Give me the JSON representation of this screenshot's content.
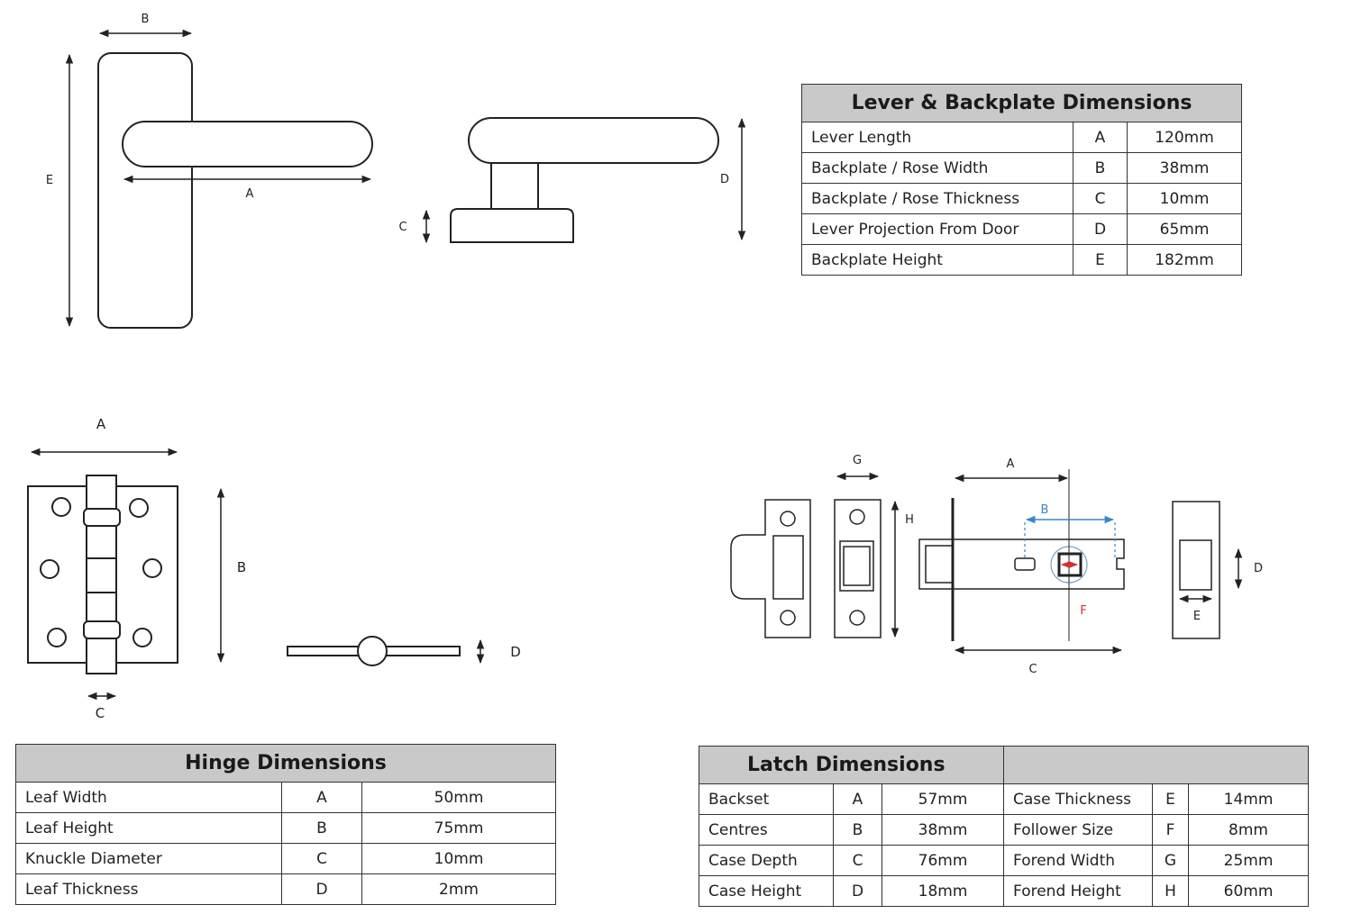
{
  "lever": {
    "labels": {
      "a": "A",
      "b": "B",
      "c": "C",
      "d": "D",
      "e": "E"
    },
    "title": "Lever & Backplate Dimensions",
    "rows": [
      {
        "name": "Lever Length",
        "code": "A",
        "value": "120mm"
      },
      {
        "name": "Backplate / Rose Width",
        "code": "B",
        "value": "38mm"
      },
      {
        "name": "Backplate / Rose Thickness",
        "code": "C",
        "value": "10mm"
      },
      {
        "name": "Lever Projection From Door",
        "code": "D",
        "value": "65mm"
      },
      {
        "name": "Backplate Height",
        "code": "E",
        "value": "182mm"
      }
    ]
  },
  "hinge": {
    "labels": {
      "a": "A",
      "b": "B",
      "c": "C",
      "d": "D"
    },
    "title": "Hinge Dimensions",
    "rows": [
      {
        "name": "Leaf Width",
        "code": "A",
        "value": "50mm"
      },
      {
        "name": "Leaf Height",
        "code": "B",
        "value": "75mm"
      },
      {
        "name": "Knuckle Diameter",
        "code": "C",
        "value": "10mm"
      },
      {
        "name": "Leaf Thickness",
        "code": "D",
        "value": "2mm"
      }
    ]
  },
  "latch": {
    "labels": {
      "a": "A",
      "b": "B",
      "c": "C",
      "d": "D",
      "e": "E",
      "f": "F",
      "g": "G",
      "h": "H"
    },
    "title": "Latch Dimensions",
    "title_right": "",
    "rows": [
      {
        "name": "Backset",
        "code": "A",
        "value": "57mm",
        "name2": "Case Thickness",
        "code2": "E",
        "value2": "14mm"
      },
      {
        "name": "Centres",
        "code": "B",
        "value": "38mm",
        "name2": "Follower Size",
        "code2": "F",
        "value2": "8mm"
      },
      {
        "name": "Case Depth",
        "code": "C",
        "value": "76mm",
        "name2": "Forend Width",
        "code2": "G",
        "value2": "25mm"
      },
      {
        "name": "Case Height",
        "code": "D",
        "value": "18mm",
        "name2": "Forend Height",
        "code2": "H",
        "value2": "60mm"
      }
    ]
  },
  "colors": {
    "line": "#222222",
    "header_bg": "#c9c9c9",
    "accent_blue": "#3a86c8",
    "accent_red": "#d23030"
  }
}
